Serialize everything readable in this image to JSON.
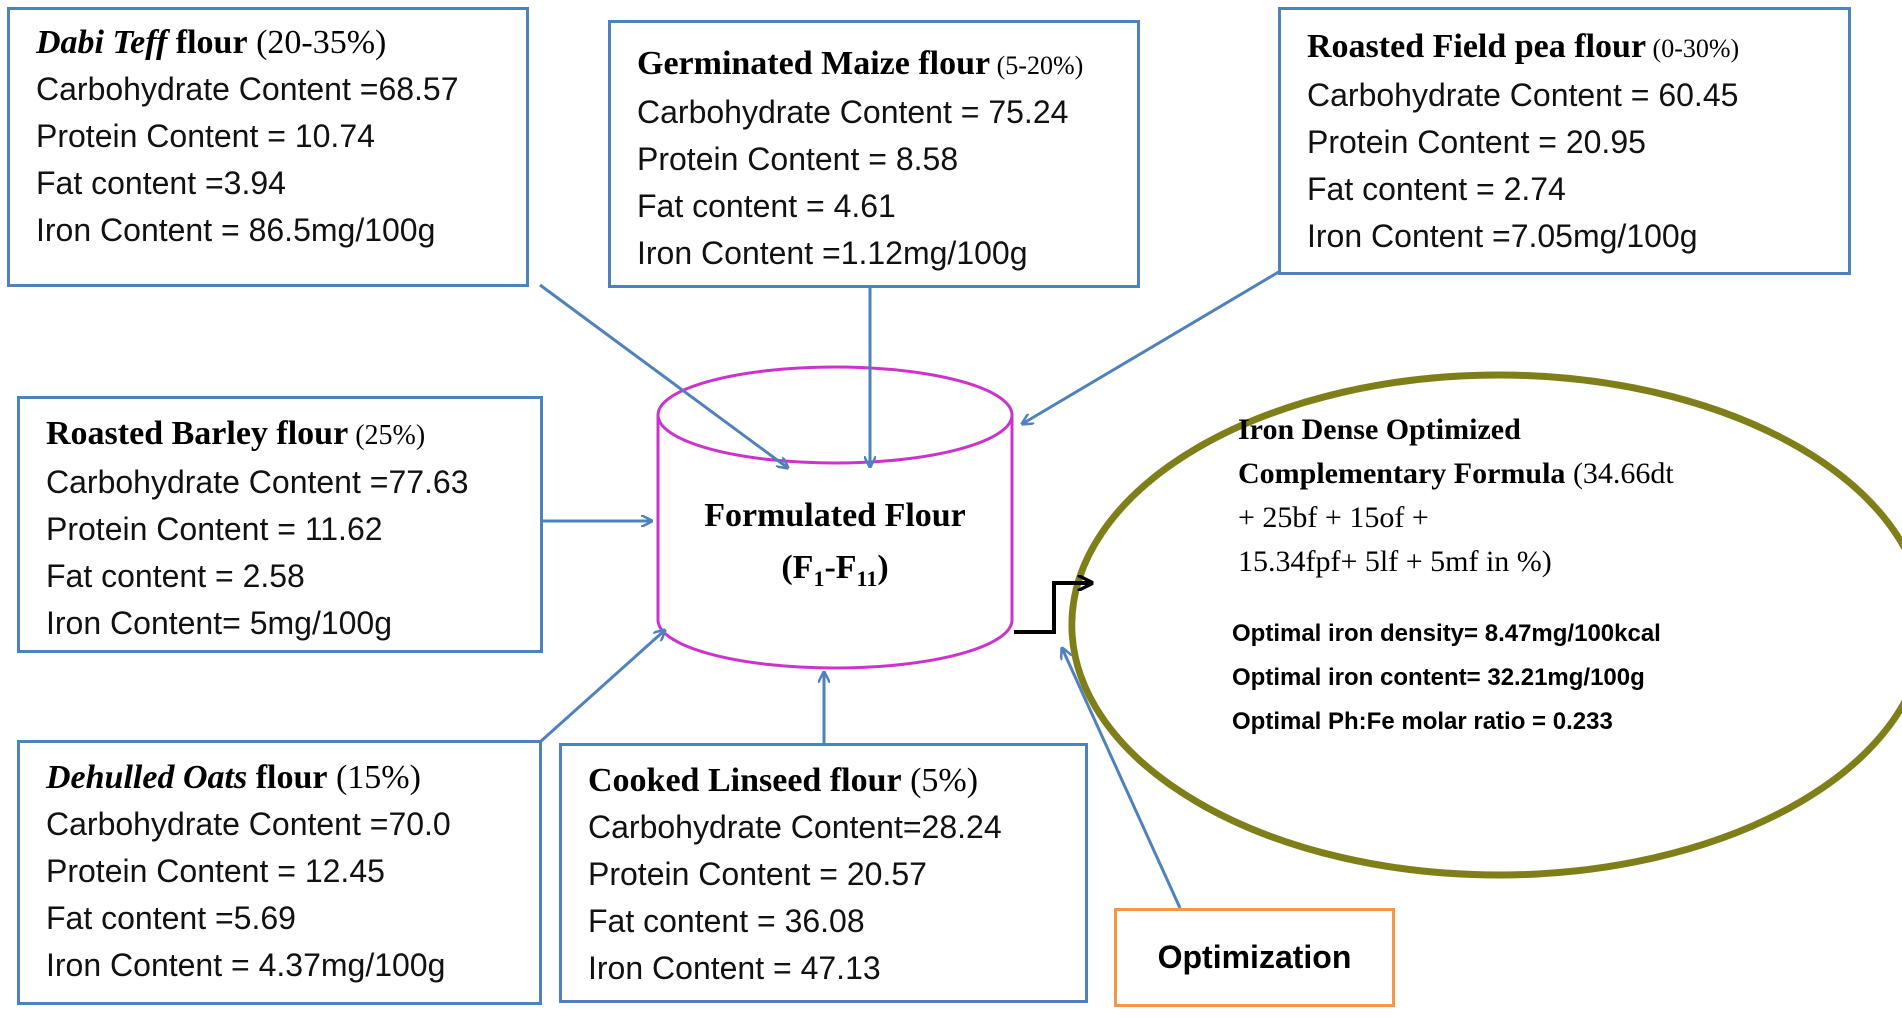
{
  "ingredients": {
    "teff": {
      "name": "Dabi Teff",
      "suffix": " flour",
      "range": " (20-35%)",
      "carb": "Carbohydrate Content =68.57",
      "protein": "Protein Content = 10.74",
      "fat": "Fat content =3.94",
      "iron": "Iron Content = 86.5mg/100g"
    },
    "maize": {
      "name": "Germinated Maize flour",
      "range": " (5-20%)",
      "carb": "Carbohydrate Content = 75.24",
      "protein": "Protein Content = 8.58",
      "fat": "Fat content = 4.61",
      "iron": "Iron Content =1.12mg/100g"
    },
    "fieldpea": {
      "name": "Roasted Field pea flour",
      "range": " (0-30%)",
      "carb": "Carbohydrate Content = 60.45",
      "protein": "Protein Content = 20.95",
      "fat": "Fat content = 2.74",
      "iron": "Iron Content =7.05mg/100g"
    },
    "barley": {
      "name": "Roasted Barley flour",
      "range": " (25%)",
      "carb": "Carbohydrate Content =77.63",
      "protein": "Protein Content = 11.62",
      "fat": "Fat content = 2.58",
      "iron": "Iron Content= 5mg/100g"
    },
    "oats": {
      "name": "Dehulled Oats",
      "suffix": " flour",
      "range": " (15%)",
      "carb": "Carbohydrate Content =70.0",
      "protein": "Protein Content = 12.45",
      "fat": "Fat content =5.69",
      "iron": "Iron Content = 4.37mg/100g"
    },
    "linseed": {
      "name": "Cooked Linseed flour",
      "range": " (5%)",
      "carb": "Carbohydrate Content=28.24",
      "protein": "Protein Content = 20.57",
      "fat": "Fat content = 36.08",
      "iron": "Iron Content = 47.13"
    }
  },
  "formulated": {
    "title": "Formulated Flour",
    "range_open": "(F",
    "sub_start": "1",
    "range_mid": "-F",
    "sub_end": "11",
    "range_close": ")"
  },
  "optimization": {
    "label": "Optimization"
  },
  "result": {
    "title_line1": "Iron Dense Optimized",
    "title_line2": "Complementary Formula",
    "formula_line1": " (34.66dt",
    "formula_line2": "+ 25bf + 15of +",
    "formula_line3": "15.34fpf+ 5lf + 5mf in %)",
    "density": "Optimal iron density= 8.47mg/100kcal",
    "content": "Optimal iron content= 32.21mg/100g",
    "ratio": "Optimal Ph:Fe molar ratio = 0.233"
  },
  "colors": {
    "box_border": "#4f81bd",
    "arrow": "#4f81bd",
    "cylinder": "#cc33cc",
    "ellipse": "#7f7f1a",
    "optimization_border": "#f79646",
    "connector": "#000000"
  }
}
